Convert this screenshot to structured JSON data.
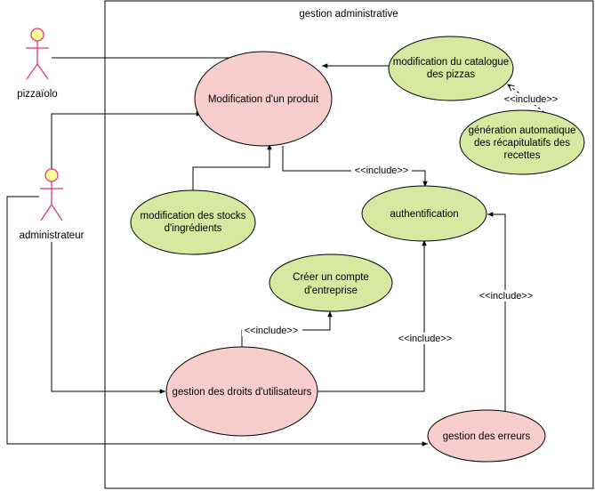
{
  "system": {
    "title": "gestion administrative"
  },
  "actors": {
    "pizzaiolo": {
      "name": "pizzaïolo"
    },
    "admin": {
      "name": "administrateur"
    }
  },
  "usecases": {
    "modif_produit": {
      "label": "Modification d'un produit",
      "color": "#f8cecc"
    },
    "modif_catalogue": {
      "lines": [
        "modification du catalogue",
        "des pizzas"
      ],
      "color": "#d7e8a0"
    },
    "generation": {
      "lines": [
        "génération automatique",
        "des récapitulatifs des",
        "recettes"
      ],
      "color": "#d7e8a0"
    },
    "stocks": {
      "lines": [
        "modification des stocks",
        "d'ingrédients"
      ],
      "color": "#d7e8a0"
    },
    "auth": {
      "label": "authentification",
      "color": "#d7e8a0"
    },
    "creer_compte": {
      "lines": [
        "Créer un compte",
        "d'entreprise"
      ],
      "color": "#d7e8a0"
    },
    "droits": {
      "label": "gestion des droits d'utilisateurs",
      "color": "#f8cecc"
    },
    "erreurs": {
      "label": "gestion des erreurs",
      "color": "#f8cecc"
    }
  },
  "relations": {
    "include_produit_auth": "<<include>>",
    "include_generation_catalogue": "<<include>>",
    "include_droits_compte": "<<include>>",
    "include_droits_auth": "<<include>>",
    "include_erreurs_auth": "<<include>>"
  },
  "colors": {
    "actor_fill": "#ffff99",
    "actor_stroke": "#e0358a",
    "green_stroke": "#000000"
  }
}
